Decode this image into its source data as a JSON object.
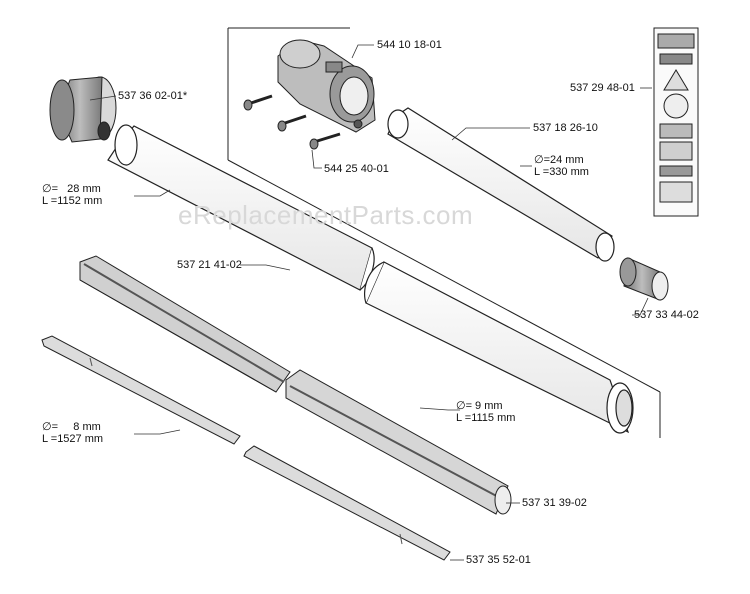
{
  "watermark": "eReplacementParts.com",
  "parts": {
    "p1": "544 10 18-01",
    "p2": "537 36 02-01*",
    "p3": "537 29 48-01",
    "p4": "537 18 26-10",
    "p5": "544 25 40-01",
    "p6": "537 21 41-02",
    "p7": "537 33 44-02",
    "p8": "537 31 39-02",
    "p9": "537 35 52-01"
  },
  "dims": {
    "d1_d": "∅=   28 mm",
    "d1_l": "L =1152 mm",
    "d2_d": "∅=24 mm",
    "d2_l": "L =330 mm",
    "d3_d": "∅=     8 mm",
    "d3_l": "L =1527 mm",
    "d4_d": "∅= 9 mm",
    "d4_l": "L =1115 mm"
  }
}
